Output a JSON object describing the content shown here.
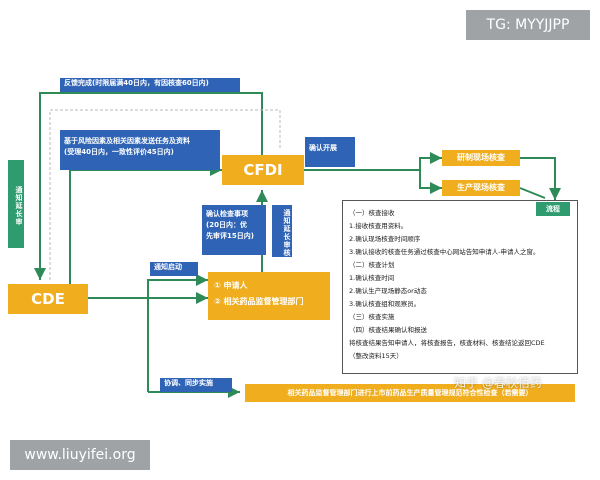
{
  "watermark_top": "TG: MYYJJPP",
  "watermark_bottom": "www.liuyifei.org",
  "overlay_watermark": "知乎 @春秋佰药",
  "nodes": {
    "cde": "CDE",
    "cfdi": "CFDI",
    "rd_inspection": "研制现场核查",
    "production_inspection": "生产现场核查",
    "applicant_1": "① 申请人",
    "applicant_2": "② 相关药品监督管理部门",
    "flow": "流程"
  },
  "labels": {
    "feedback": "反馈完成(时限届满40日内，有因核查60日内)",
    "risk_task_line1": "基于风险因素及相关因素发送任务及资料",
    "risk_task_line2": "(受理40日内，一致性评价45日内)",
    "notify_extend_left": "通知延长审",
    "confirm_start": "确认开展",
    "confirm_items_line1": "确认检查事项",
    "confirm_items_line2": "(20日内：优",
    "confirm_items_line3": "先审评15日内)",
    "notify_extend_right": "通知延长审核",
    "notify_start": "通知启动",
    "coordinate": "协调、同步实施",
    "bottom_bar": "相关药品监督管理部门进行上市前药品生产质量管理规范符合性检查（若需要）"
  },
  "details": {
    "lines": [
      "（一）核查接收",
      "1.接收核查用资料。",
      "2.确认现场核查时间顺序",
      "3.确认接收的核查任务通过核查中心网站告知申请人-申请人之窗。",
      "（二）核查计划",
      "1.确认核查时间",
      "2.确认生产现场静态or动态",
      "3.确认核查组和观察员。",
      "（三）核查实施",
      "（四）核查结果确认和报送",
      "将核查结果告知申请人，将核查报告，核查材料、核查结论返回CDE",
      "（整改资料15天）"
    ]
  },
  "colors": {
    "blue": "#2f63b5",
    "orange": "#f0ad1d",
    "green": "#2e9c6f",
    "arrow_line": "#2e8b57"
  }
}
